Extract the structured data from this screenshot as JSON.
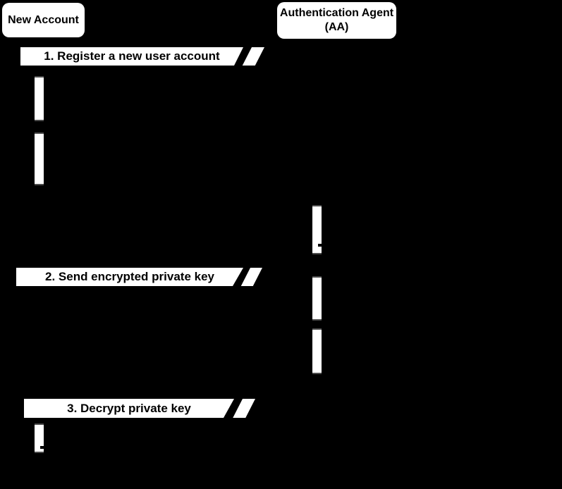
{
  "participants": {
    "new_account": {
      "label": "New Account"
    },
    "auth_agent": {
      "label_line1": "Authentication Agent",
      "label_line2": "(AA)"
    }
  },
  "steps": [
    {
      "label": "1. Register a new user account"
    },
    {
      "label": "2. Send encrypted private key"
    },
    {
      "label": "3. Decrypt private key"
    }
  ],
  "colors": {
    "background": "#000000",
    "shape_fill": "#ffffff",
    "text": "#000000"
  }
}
